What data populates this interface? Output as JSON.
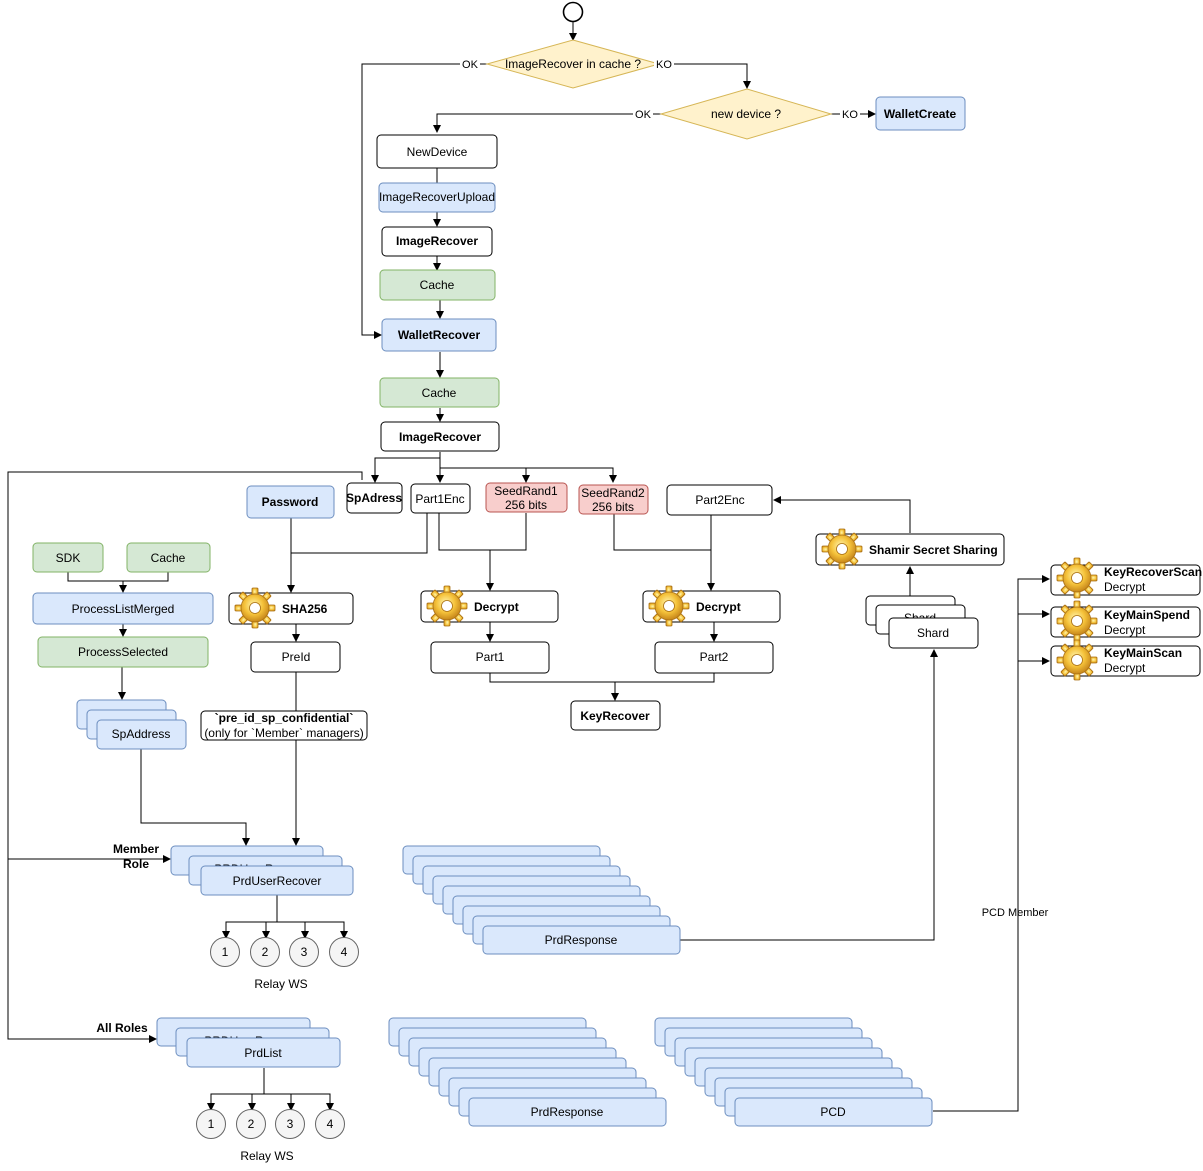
{
  "nodes": {
    "q_cache": "ImageRecover in cache ?",
    "q_device": "new device ?",
    "lbl_ok1": "OK",
    "lbl_ko1": "KO",
    "lbl_ok2": "OK",
    "lbl_ko2": "KO",
    "wallet_create": "WalletCreate",
    "new_device": "NewDevice",
    "image_recover_upload": "ImageRecoverUpload",
    "image_recover_1": "ImageRecover",
    "cache_1": "Cache",
    "wallet_recover": "WalletRecover",
    "cache_2": "Cache",
    "image_recover_2": "ImageRecover",
    "sp_adress": "SpAdress",
    "part1_enc": "Part1Enc",
    "seed_rand1_l1": "SeedRand1",
    "seed_rand1_l2": "256 bits",
    "seed_rand2_l1": "SeedRand2",
    "seed_rand2_l2": "256 bits",
    "part2_enc": "Part2Enc",
    "password": "Password",
    "sdk": "SDK",
    "cache_3": "Cache",
    "process_list_merged": "ProcessListMerged",
    "process_selected": "ProcessSelected",
    "sp_address": "SpAddress",
    "sha256": "SHA256",
    "pre_id": "PreId",
    "pre_id_conf_l1": "`pre_id_sp_confidential`",
    "pre_id_conf_l2": "(only for `Member` managers)",
    "decrypt_1": "Decrypt",
    "decrypt_2": "Decrypt",
    "part1": "Part1",
    "part2": "Part2",
    "key_recover": "KeyRecover",
    "shamir": "Shamir Secret Sharing",
    "shard": "Shard",
    "shard_partial": "Shard",
    "key_recover_scan": "KeyRecoverScan",
    "key_main_spend": "KeyMainSpend",
    "key_main_scan": "KeyMainScan",
    "decrypt_label": "Decrypt",
    "member_role_l1": "Member",
    "member_role_l2": "Role",
    "prd_user_recover": "PrdUserRecover",
    "prd_partial": "PRDUserRecover",
    "prd_response_1": "PrdResponse",
    "pcd_member": "PCD Member",
    "all_roles": "All Roles",
    "prd_list": "PrdList",
    "prd_response_2": "PrdResponse",
    "pcd": "PCD",
    "relay_ws_1": "Relay WS",
    "relay_ws_2": "Relay WS",
    "relay_numbers": [
      "1",
      "2",
      "3",
      "4"
    ]
  },
  "colors": {
    "blue_fill": "#dae8fc",
    "blue_stroke": "#6c8ebf",
    "green_fill": "#d5e8d4",
    "green_stroke": "#82b366",
    "red_fill": "#f8cecc",
    "red_stroke": "#b85450",
    "yellow_fill": "#fff2cc",
    "yellow_stroke": "#d6b656"
  },
  "icons": [
    "gear-icon"
  ]
}
